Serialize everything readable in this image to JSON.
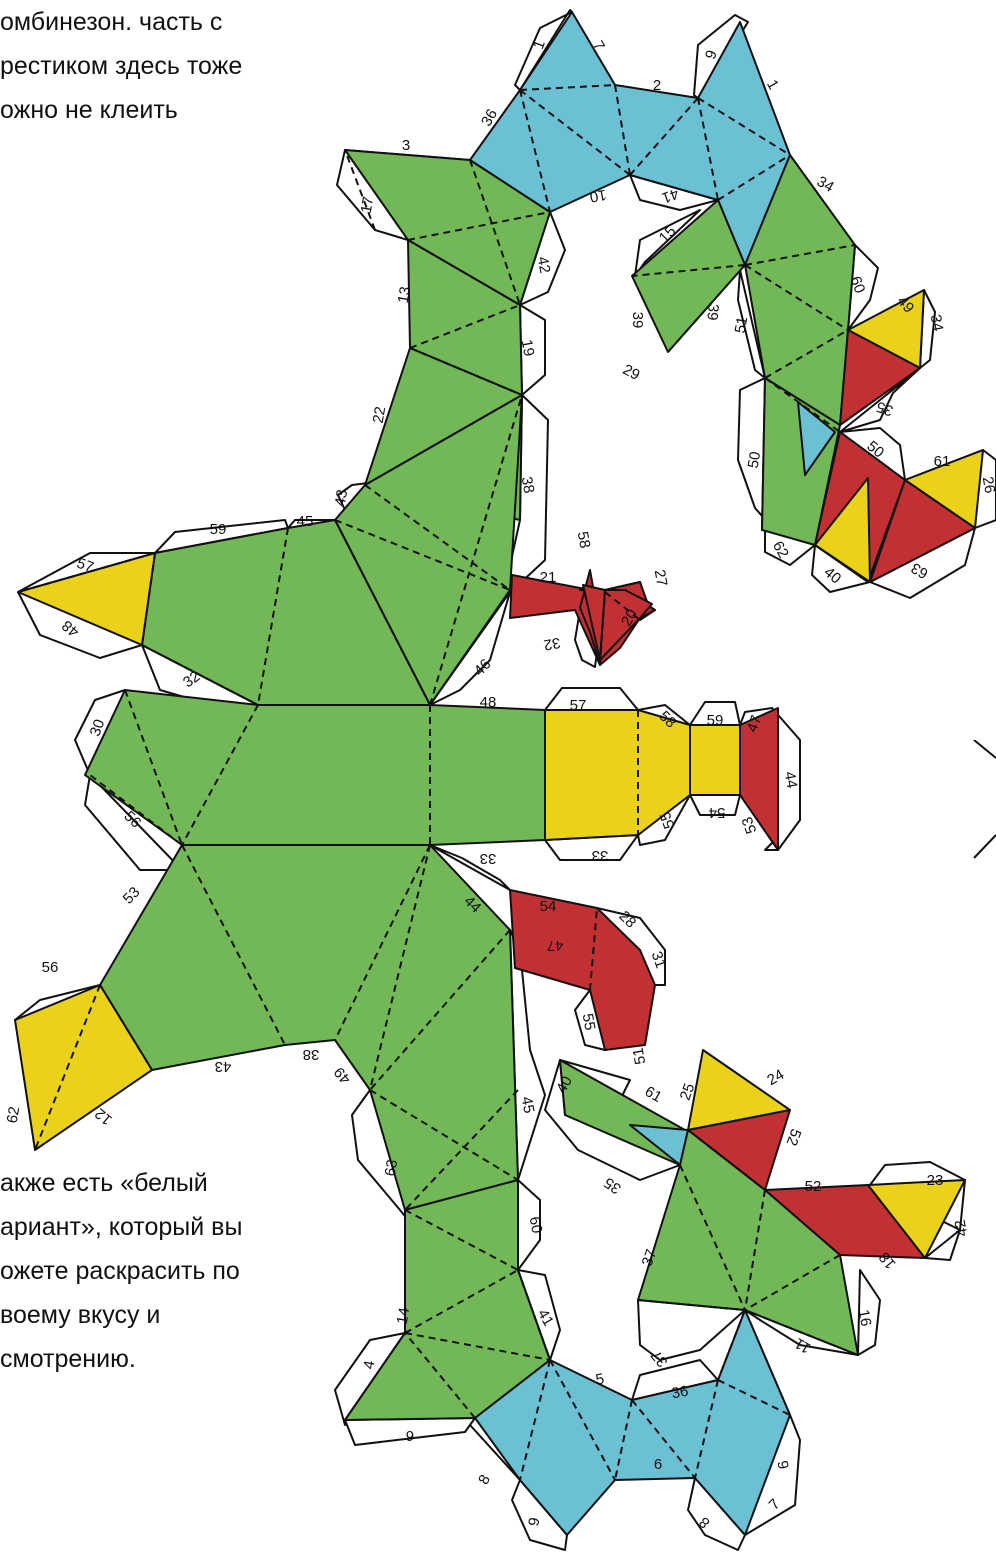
{
  "notes": {
    "top": [
      "омбинезон.   часть с",
      "рестиком здесь тоже",
      "ожно не клеить"
    ],
    "bottom": [
      "акже есть «белый",
      "ариант», который вы",
      "ожете раскрасить по",
      "воему   вкусу   и",
      "смотрению."
    ]
  },
  "colors": {
    "green": "#73b856",
    "blue": "#6cc0d4",
    "yellow": "#e9d219",
    "red": "#c33034",
    "outline": "#111111",
    "tab": "#ffffff"
  },
  "labels": [
    "1",
    "7",
    "2",
    "9",
    "1",
    "36",
    "3",
    "10",
    "41",
    "34",
    "17",
    "15",
    "42",
    "60",
    "49",
    "34",
    "13",
    "19",
    "39",
    "39",
    "51",
    "35",
    "22",
    "50",
    "50",
    "61",
    "26",
    "38",
    "43",
    "45",
    "59",
    "29",
    "58",
    "27",
    "21",
    "62",
    "57",
    "20",
    "40",
    "63",
    "48",
    "32",
    "46",
    "32",
    "48",
    "57",
    "58",
    "59",
    "47",
    "30",
    "44",
    "56",
    "54",
    "55",
    "53",
    "33",
    "33",
    "44",
    "53",
    "54",
    "28",
    "47",
    "56",
    "31",
    "55",
    "51",
    "24",
    "40",
    "61",
    "25",
    "45",
    "43",
    "38",
    "49",
    "52",
    "52",
    "23",
    "35",
    "63",
    "62",
    "12",
    "60",
    "42",
    "18",
    "37",
    "14",
    "41",
    "16",
    "11",
    "37",
    "4",
    "5",
    "36",
    "6",
    "9",
    "8",
    "6",
    "7",
    "9",
    "8"
  ]
}
